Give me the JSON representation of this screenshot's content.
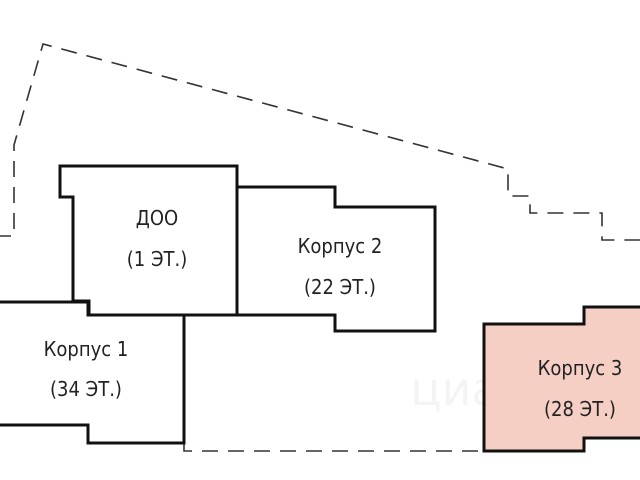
{
  "site_plan": {
    "boundary_label": "site-boundary",
    "buildings": [
      {
        "id": "doo",
        "name": "ДОО",
        "floors": "(1 ЭТ.)",
        "highlighted": false
      },
      {
        "id": "korpus-2",
        "name": "Корпус 2",
        "floors": "(22 ЭТ.)",
        "highlighted": false
      },
      {
        "id": "korpus-1",
        "name": "Корпус 1",
        "floors": "(34 ЭТ.)",
        "highlighted": false
      },
      {
        "id": "korpus-3",
        "name": "Корпус 3",
        "floors": "(28 ЭТ.)",
        "highlighted": true
      }
    ],
    "colors": {
      "highlight_fill": "#f5cfc4",
      "outline": "#111111",
      "boundary": "#333333"
    },
    "watermark": "циан"
  }
}
